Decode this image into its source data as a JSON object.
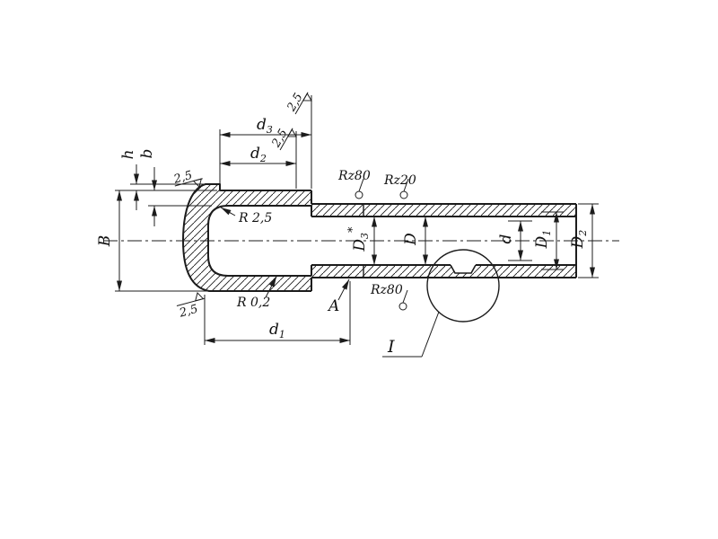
{
  "labels": {
    "d3": {
      "base": "d",
      "sub": "3"
    },
    "d2": {
      "base": "d",
      "sub": "2"
    },
    "d1": {
      "base": "d",
      "sub": "1"
    },
    "h": "h",
    "b": "b",
    "B": "B",
    "radius_top": "R 2,5",
    "radius_bottom": "R 0,2",
    "edge": "A",
    "D3": {
      "base": "D",
      "sub": "3",
      "sup": "*"
    },
    "D": "D",
    "d": "d",
    "D1": {
      "base": "D",
      "sub": "1"
    },
    "D2": {
      "base": "D",
      "sub": "2"
    },
    "detail": "I"
  },
  "finish": {
    "top_d3": "2,5",
    "top_d2": "2,5",
    "left_top": "2,5",
    "left_bottom": "2,5",
    "rz_neck": "Rz80",
    "rz_shaft": "Rz20",
    "rz_groove": "Rz80"
  },
  "colors": {
    "line": "#1c1c1c",
    "background": "#ffffff"
  }
}
